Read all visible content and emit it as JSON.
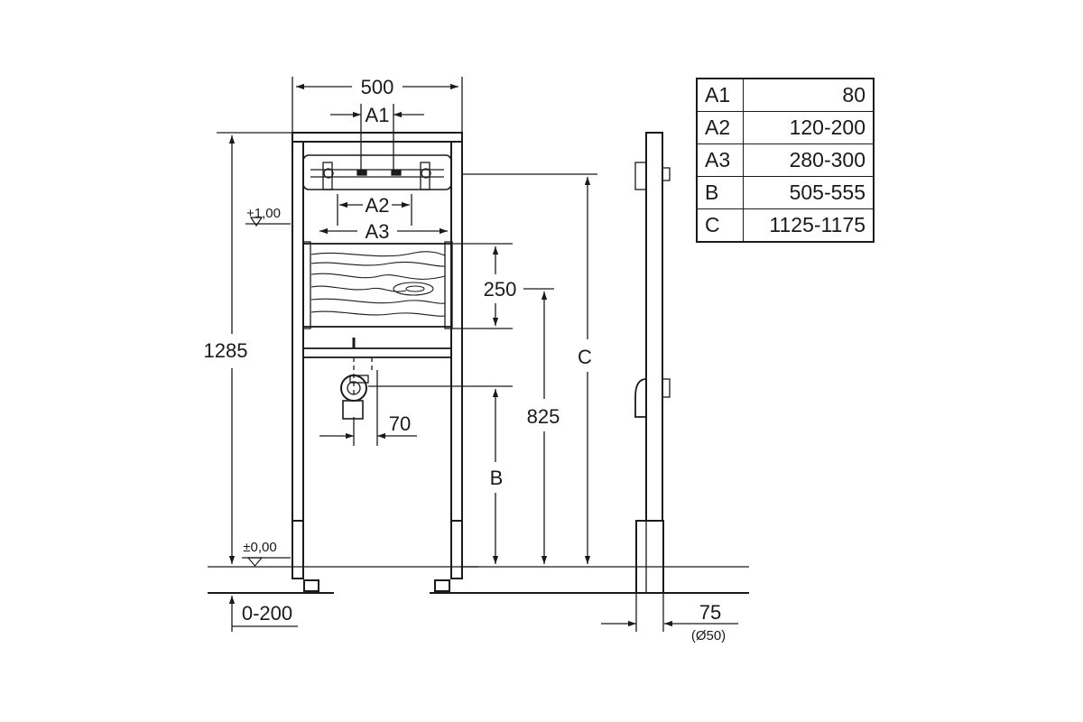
{
  "dimensions": {
    "width": "500",
    "a1": "A1",
    "a2": "A2",
    "a3": "A3",
    "height_total": "1285",
    "level_upper": "+1,00",
    "level_zero": "±0,00",
    "adjust": "0-200",
    "board": "250",
    "c": "C",
    "b": "B",
    "h825": "825",
    "offset70": "70",
    "depth": "75",
    "pipe": "(Ø50)"
  },
  "spec_table": [
    {
      "key": "A1",
      "value": "80"
    },
    {
      "key": "A2",
      "value": "120-200"
    },
    {
      "key": "A3",
      "value": "280-300"
    },
    {
      "key": "B",
      "value": "505-555"
    },
    {
      "key": "C",
      "value": "1125-1175"
    }
  ]
}
